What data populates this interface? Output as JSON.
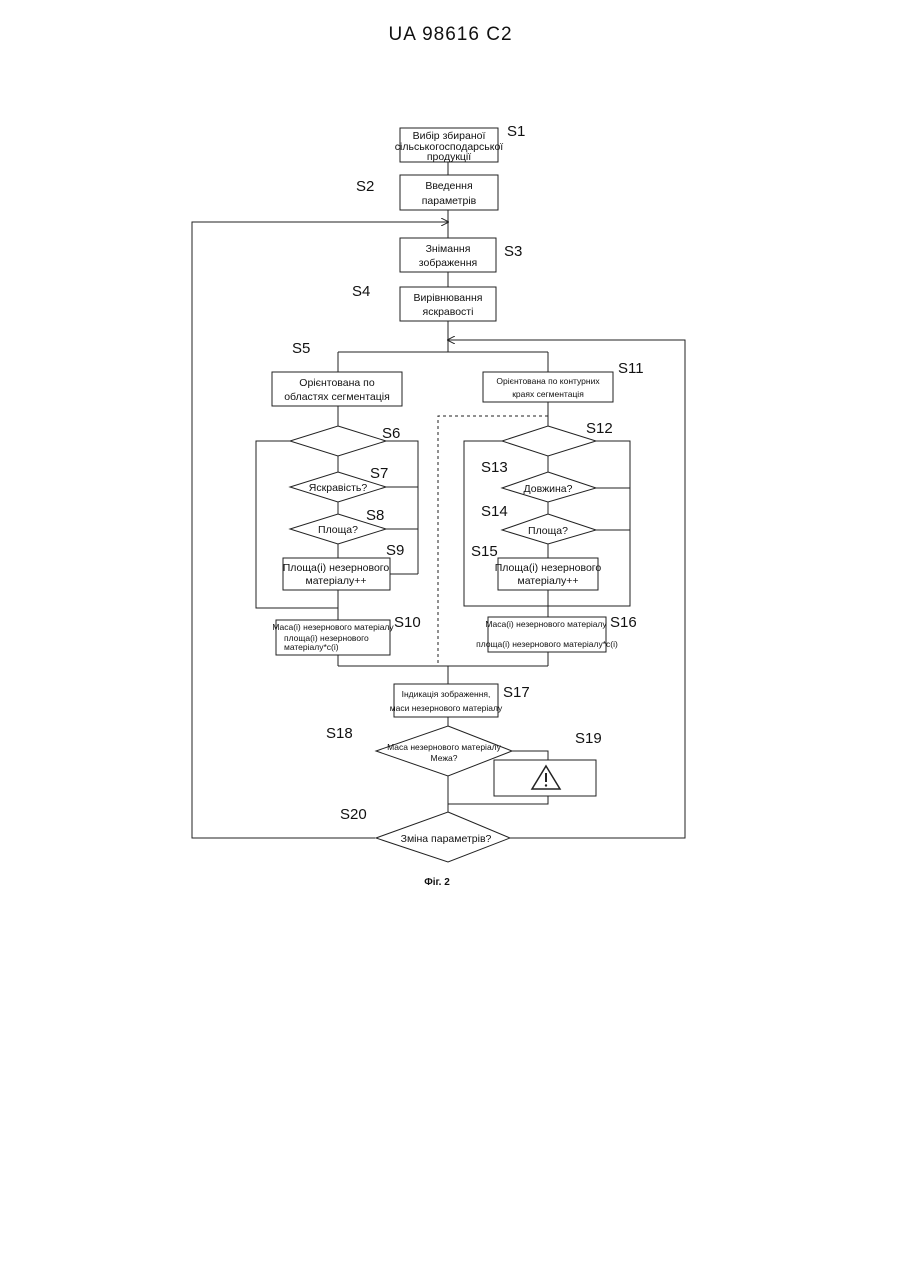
{
  "header": {
    "doc_id": "UA   98616   C2"
  },
  "figure": {
    "caption": "Фіг. 2",
    "steps": {
      "s1": {
        "label": "S1",
        "lines": [
          "Вибір збираної",
          "сільськогосподарської",
          "продукції"
        ]
      },
      "s2": {
        "label": "S2",
        "lines": [
          "Введення",
          "параметрів"
        ]
      },
      "s3": {
        "label": "S3",
        "lines": [
          "Знімання",
          "зображення"
        ]
      },
      "s4": {
        "label": "S4",
        "lines": [
          "Вирівнювання",
          "яскравості"
        ]
      },
      "s5": {
        "label": "S5",
        "lines": [
          "Орієнтована по",
          "областях сегментація"
        ]
      },
      "s6": {
        "label": "S6"
      },
      "s7": {
        "label": "S7",
        "text": "Яскравість?"
      },
      "s8": {
        "label": "S8",
        "text": "Площа?"
      },
      "s9": {
        "label": "S9",
        "lines": [
          "Площа(i) незернового",
          "матеріалу++"
        ]
      },
      "s10": {
        "label": "S10",
        "lines": [
          "Маса(i) незернового матеріалу",
          "площа(i) незернового",
          "матеріалу*c(i)"
        ]
      },
      "s11": {
        "label": "S11",
        "lines": [
          "Орієнтована по контурних",
          "краях сегментація"
        ]
      },
      "s12": {
        "label": "S12"
      },
      "s13": {
        "label": "S13",
        "text": "Довжина?"
      },
      "s14": {
        "label": "S14",
        "text": "Площа?"
      },
      "s15": {
        "label": "S15",
        "lines": [
          "Площа(i) незернового",
          "матеріалу++"
        ]
      },
      "s16": {
        "label": "S16",
        "lines": [
          "Маса(i) незернового матеріалу",
          "площа(i) незернового матеріалу*c(i)"
        ]
      },
      "s17": {
        "label": "S17",
        "lines": [
          "Індикація зображення,",
          "маси незернового матеріалу"
        ]
      },
      "s18": {
        "label": "S18",
        "lines": [
          "Маса незернового матеріалу",
          "Межа?"
        ]
      },
      "s19": {
        "label": "S19",
        "icon": "warning-triangle-icon"
      },
      "s20": {
        "label": "S20",
        "text": "Зміна параметрів?"
      }
    }
  }
}
